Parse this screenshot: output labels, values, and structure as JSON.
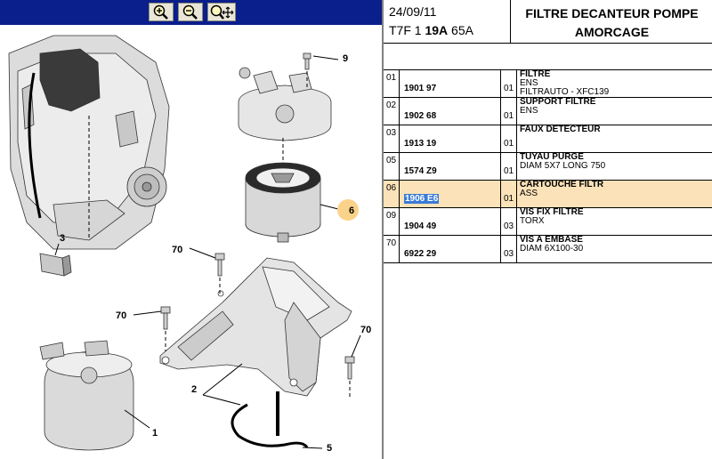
{
  "toolbar": {
    "buttons": [
      {
        "name": "zoom-in",
        "icon": "magnifier-plus-icon"
      },
      {
        "name": "zoom-out",
        "icon": "magnifier-minus-icon"
      },
      {
        "name": "zoom-pan",
        "icon": "magnifier-move-icon"
      }
    ]
  },
  "diagram": {
    "callouts": [
      "9",
      "6",
      "3",
      "70",
      "70",
      "70",
      "2",
      "1",
      "5"
    ]
  },
  "header": {
    "date": "24/09/11",
    "code_prefix": "T7F 1",
    "code_bold": "19A",
    "code_suffix": "65A",
    "title_line1": "FILTRE DECANTEUR POMPE",
    "title_line2": "AMORCAGE"
  },
  "parts": [
    {
      "num": "01",
      "ref": "1901 97",
      "qty": "01",
      "name": "FILTRE",
      "lines": [
        "ENS",
        "FILTRAUTO - XFC139"
      ]
    },
    {
      "num": "02",
      "ref": "1902 68",
      "qty": "01",
      "name": "SUPPORT FILTRE",
      "lines": [
        "ENS"
      ]
    },
    {
      "num": "03",
      "ref": "1913 19",
      "qty": "01",
      "name": "FAUX DETECTEUR",
      "lines": []
    },
    {
      "num": "05",
      "ref": "1574 Z9",
      "qty": "01",
      "name": "TUYAU PURGE",
      "lines": [
        "DIAM 5X7 LONG 750"
      ]
    },
    {
      "num": "06",
      "ref": "1906 E6",
      "qty": "01",
      "name": "CARTOUCHE FILTR",
      "lines": [
        "ASS"
      ],
      "selected": true
    },
    {
      "num": "09",
      "ref": "1904 49",
      "qty": "03",
      "name": "VIS FIX FILTRE",
      "lines": [
        "TORX"
      ]
    },
    {
      "num": "70",
      "ref": "6922 29",
      "qty": "03",
      "name": "VIS A EMBASE",
      "lines": [
        "DIAM 6X100-30"
      ]
    }
  ],
  "colors": {
    "toolbar": "#0a1e8c",
    "selected_row": "#fbe2b8",
    "selected_ref": "#3a7bd5",
    "callout_marker": "#fbd28a"
  }
}
